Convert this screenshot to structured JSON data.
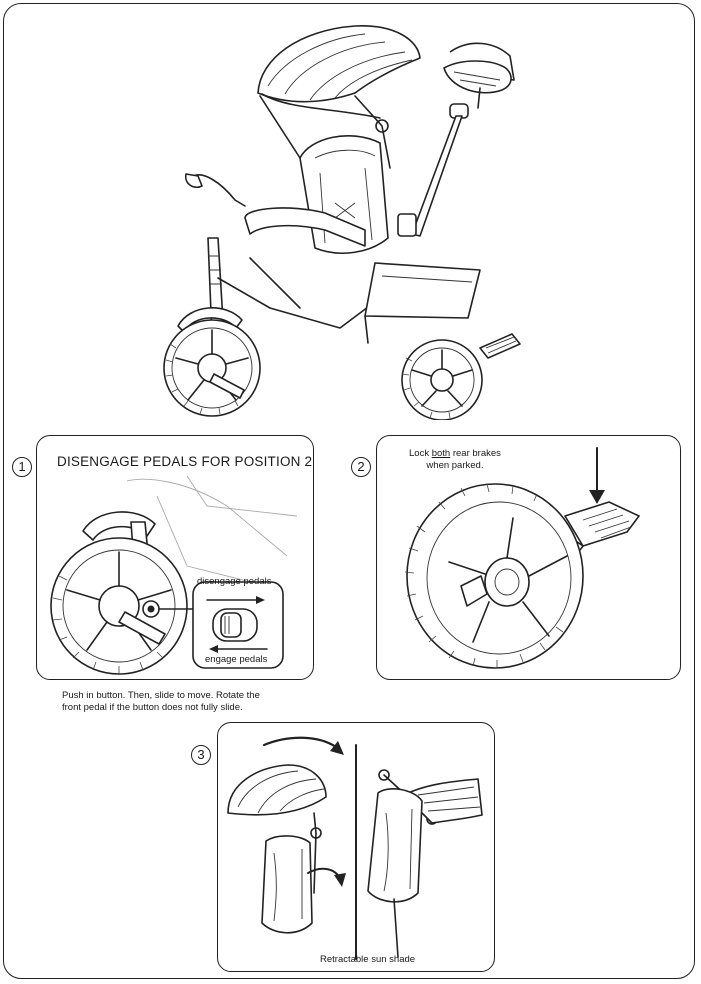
{
  "step1": {
    "number": "1",
    "title": "DISENGAGE PEDALS FOR POSITION 2",
    "disengage_label": "disengage pedals",
    "engage_label": "engage pedals",
    "caption_line1": "Push in button. Then, slide to move. Rotate the",
    "caption_line2": "front pedal if the button does not fully slide."
  },
  "step2": {
    "number": "2",
    "note_prefix": "Lock ",
    "note_emphasis": "both",
    "note_suffix": " rear brakes",
    "note_line2": "when parked."
  },
  "step3": {
    "number": "3",
    "caption": "Retractable sun shade"
  },
  "icons": {
    "main": "tricycle-illustration",
    "step1": "front-wheel-pedal-detail",
    "step2": "rear-wheel-brake-detail",
    "step3": "sun-shade-fold-detail"
  }
}
